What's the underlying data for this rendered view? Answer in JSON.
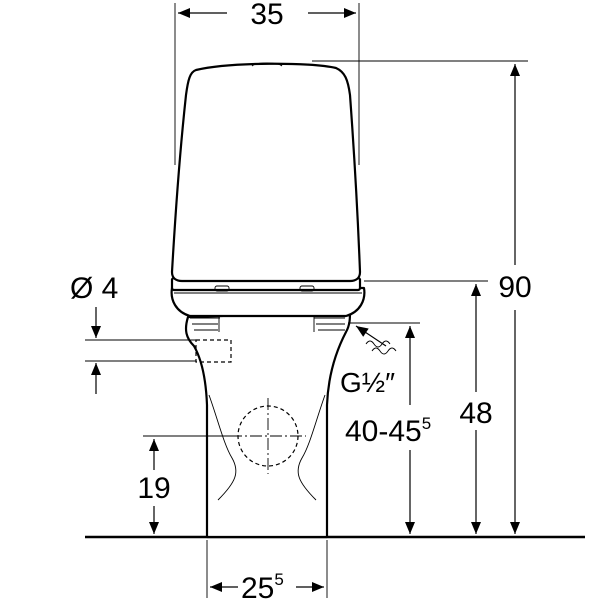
{
  "dimensions": {
    "tank_width": "35",
    "total_height": "90",
    "seat_height": "48",
    "inlet_height_label": "40-45",
    "inlet_height_sup": "5",
    "outlet_height": "19",
    "footprint_width_label": "25",
    "footprint_width_sup": "5",
    "inlet_diameter": "Ø 4",
    "water_connection": "G½″"
  }
}
